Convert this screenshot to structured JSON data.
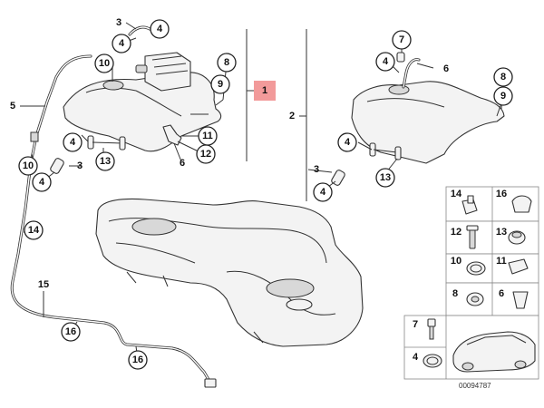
{
  "highlight_color": "#f29a9a",
  "callouts": {
    "a1": "3",
    "a2": "4",
    "a3": "4",
    "a4": "10",
    "a5": "5",
    "a6": "8",
    "a7": "9",
    "a8": "1",
    "a9": "2",
    "a10": "11",
    "a11": "12",
    "a12": "6",
    "a13": "13",
    "a14": "4",
    "a15": "3",
    "a16": "10",
    "a17": "4",
    "a18": "14",
    "a19": "15",
    "a20": "16",
    "a21": "16",
    "b1": "7",
    "b2": "4",
    "b3": "6",
    "b4": "8",
    "b5": "9",
    "b6": "4",
    "b7": "3",
    "b8": "4",
    "b9": "13",
    "k1": "14",
    "k2": "16",
    "k3": "12",
    "k4": "13",
    "k5": "10",
    "k6": "11",
    "k7": "8",
    "k8": "6",
    "k9": "7",
    "k10": "4"
  },
  "reference_number": "00094787"
}
